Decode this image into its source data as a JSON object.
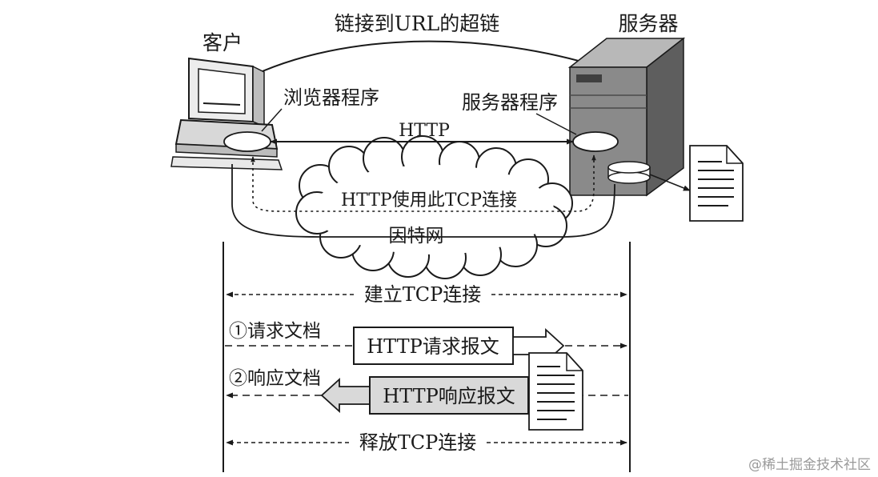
{
  "top": {
    "hyperlink_label": "链接到URL的超链",
    "client_label": "客户",
    "server_label": "服务器",
    "browser_label": "浏览器程序",
    "server_program_label": "服务器程序",
    "http_label": "HTTP",
    "tcp_note": "HTTP使用此TCP连接",
    "internet_label": "因特网"
  },
  "sequence": {
    "establish": "建立TCP连接",
    "request_step": "①请求文档",
    "request_message": "HTTP请求报文",
    "response_step": "②响应文档",
    "response_message": "HTTP响应报文",
    "release": "释放TCP连接"
  },
  "watermark": "@稀土掘金技术社区",
  "colors": {
    "line": "#1a1a1a",
    "cloud_fill": "#ffffff",
    "response_fill": "#d9d9d9",
    "server_front": "#8a8a8a",
    "server_side": "#5e5e5e",
    "server_top": "#b8b8b8",
    "watermark": "#9a9a9a"
  },
  "icons": [
    "client-computer-icon",
    "server-tower-icon",
    "document-icon",
    "database-icon",
    "internet-cloud-icon"
  ]
}
